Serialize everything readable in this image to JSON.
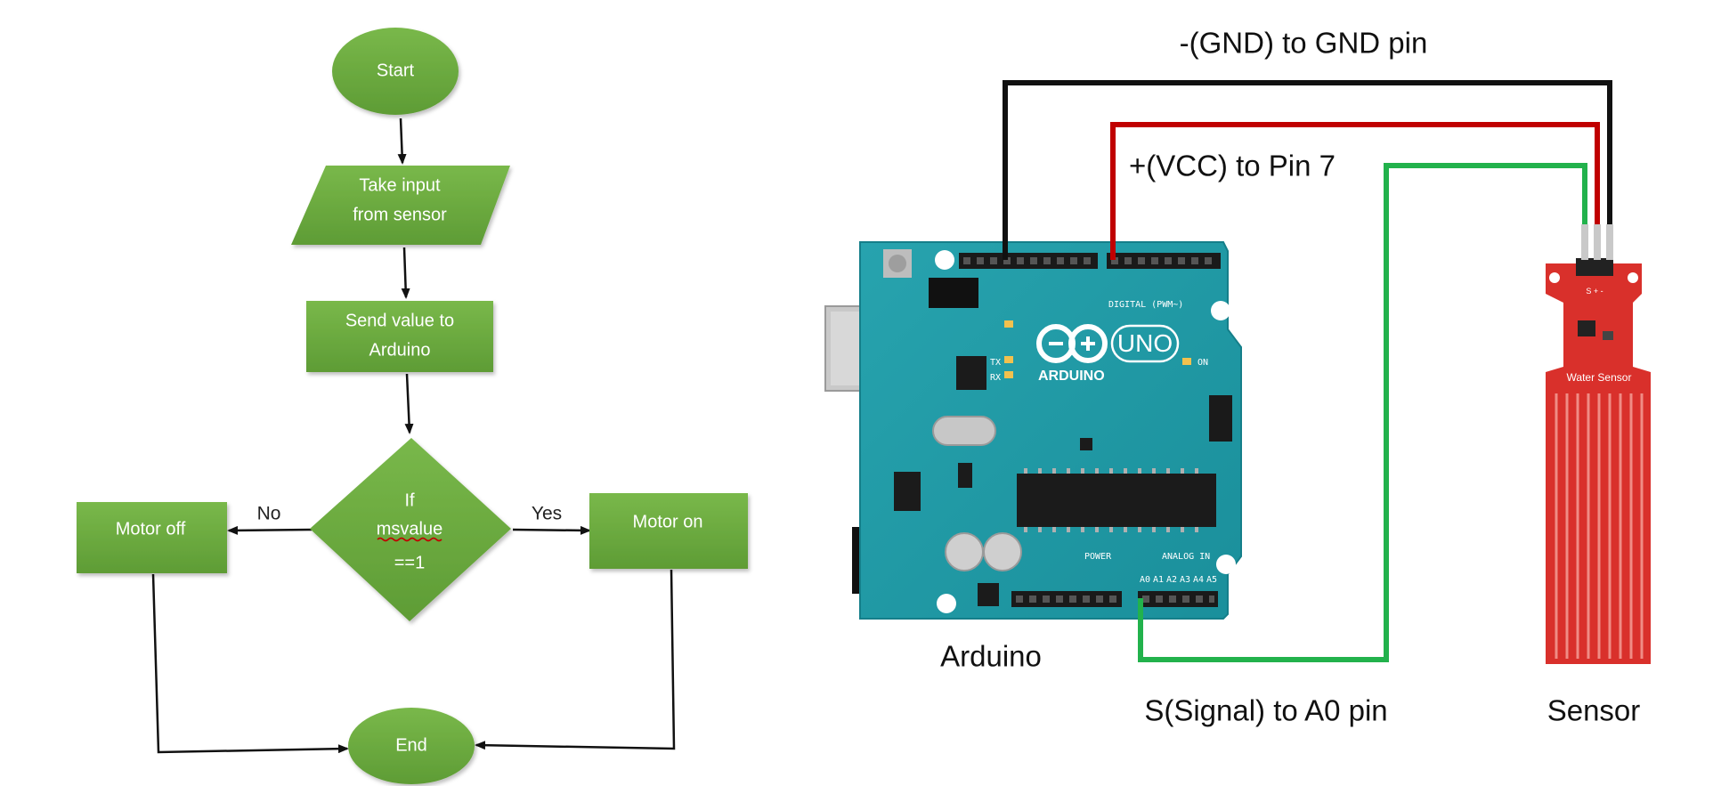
{
  "flowchart": {
    "start": "Start",
    "input_line1": "Take input",
    "input_line2": "from sensor",
    "send_line1": "Send value to",
    "send_line2": "Arduino",
    "decision_line1": "If",
    "decision_line2": "msvalue",
    "decision_line3": "==1",
    "no_label": "No",
    "yes_label": "Yes",
    "motor_off": "Motor off",
    "motor_on": "Motor on",
    "end": "End"
  },
  "wiring": {
    "gnd_label": "-(GND) to  GND pin",
    "vcc_label": "+(VCC)  to Pin 7",
    "signal_label": "S(Signal) to A0 pin",
    "arduino_label": "Arduino",
    "sensor_label": "Sensor"
  },
  "board": {
    "logo": "UNO",
    "brand": "ARDUINO",
    "digital_header": "DIGITAL (PWM~)",
    "power_header": "POWER",
    "analog_header": "ANALOG IN",
    "on_label": "ON",
    "tx_label": "TX",
    "rx_label": "RX",
    "analog_pins": [
      "A0",
      "A1",
      "A2",
      "A3",
      "A4",
      "A5"
    ]
  },
  "sensor_board": {
    "name": "Water Sensor",
    "pins": "S + -"
  },
  "colors": {
    "flow_green": "#6aa93f",
    "arrow": "#111111",
    "board_teal": "#1e9aa6",
    "wire_gnd": "#111111",
    "wire_vcc": "#c00000",
    "wire_signal": "#22b24c",
    "sensor_red": "#d9302b"
  }
}
